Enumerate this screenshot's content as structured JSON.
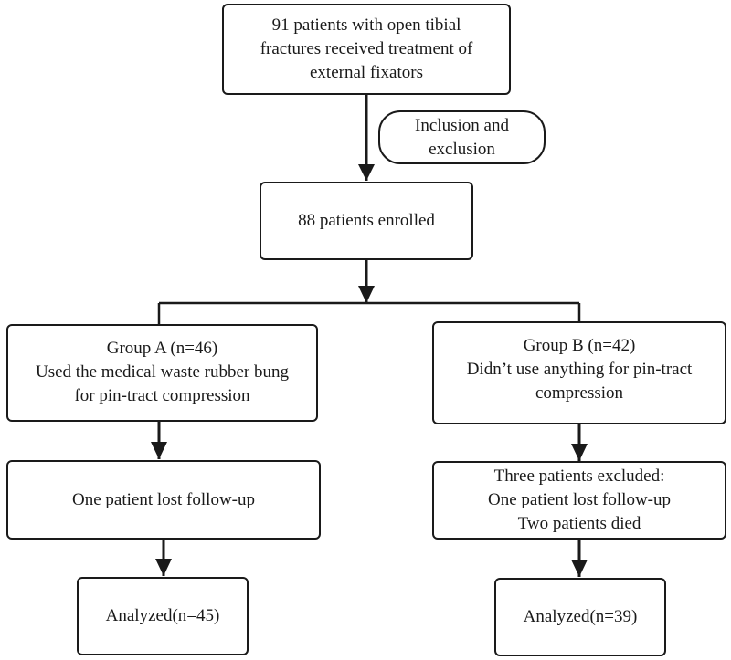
{
  "nodes": {
    "start": {
      "lines": [
        "91 patients with open tibial",
        "fractures received treatment of",
        "external fixators"
      ]
    },
    "criteria": {
      "lines": [
        "Inclusion and",
        "exclusion"
      ]
    },
    "enrolled": {
      "lines": [
        "88 patients enrolled"
      ]
    },
    "group_a": {
      "lines": [
        "Group A (n=46)",
        "Used the medical waste rubber bung",
        "for pin-tract compression"
      ]
    },
    "group_b": {
      "lines": [
        "Group B (n=42)",
        "Didn’t use anything for pin-tract",
        "compression"
      ]
    },
    "a_lost": {
      "lines": [
        "One patient lost follow-up"
      ]
    },
    "b_excluded": {
      "lines": [
        "Three patients excluded:",
        "One patient lost follow-up",
        "Two patients died"
      ]
    },
    "a_analyzed": {
      "lines": [
        "Analyzed(n=45)"
      ]
    },
    "b_analyzed": {
      "lines": [
        "Analyzed(n=39)"
      ]
    }
  },
  "colors": {
    "stroke": "#1a1a1a",
    "background": "#ffffff"
  }
}
